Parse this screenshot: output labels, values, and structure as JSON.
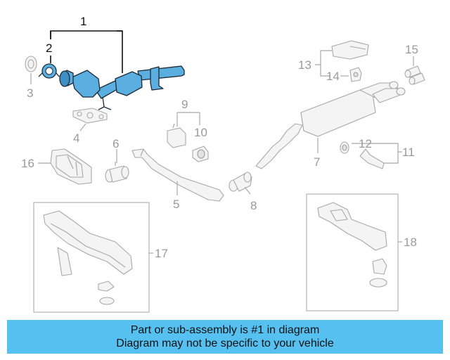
{
  "diagram": {
    "callouts": {
      "c1": "1",
      "c2": "2",
      "c3": "3",
      "c4": "4",
      "c5": "5",
      "c6": "6",
      "c7": "7",
      "c8": "8",
      "c9": "9",
      "c10": "10",
      "c11": "11",
      "c12": "12",
      "c13": "13",
      "c14": "14",
      "c15": "15",
      "c16": "16",
      "c17": "17",
      "c18": "18"
    },
    "highlighted_part": "1",
    "colors": {
      "highlight_part": "#5aaee0",
      "highlight_outline": "#1e2a36",
      "line_gray": "#a9a9a9",
      "banner": "#56c1f0"
    }
  },
  "banner": {
    "line1": "Part or sub-assembly is #1 in diagram",
    "line2": "Diagram may not be specific to your vehicle"
  }
}
